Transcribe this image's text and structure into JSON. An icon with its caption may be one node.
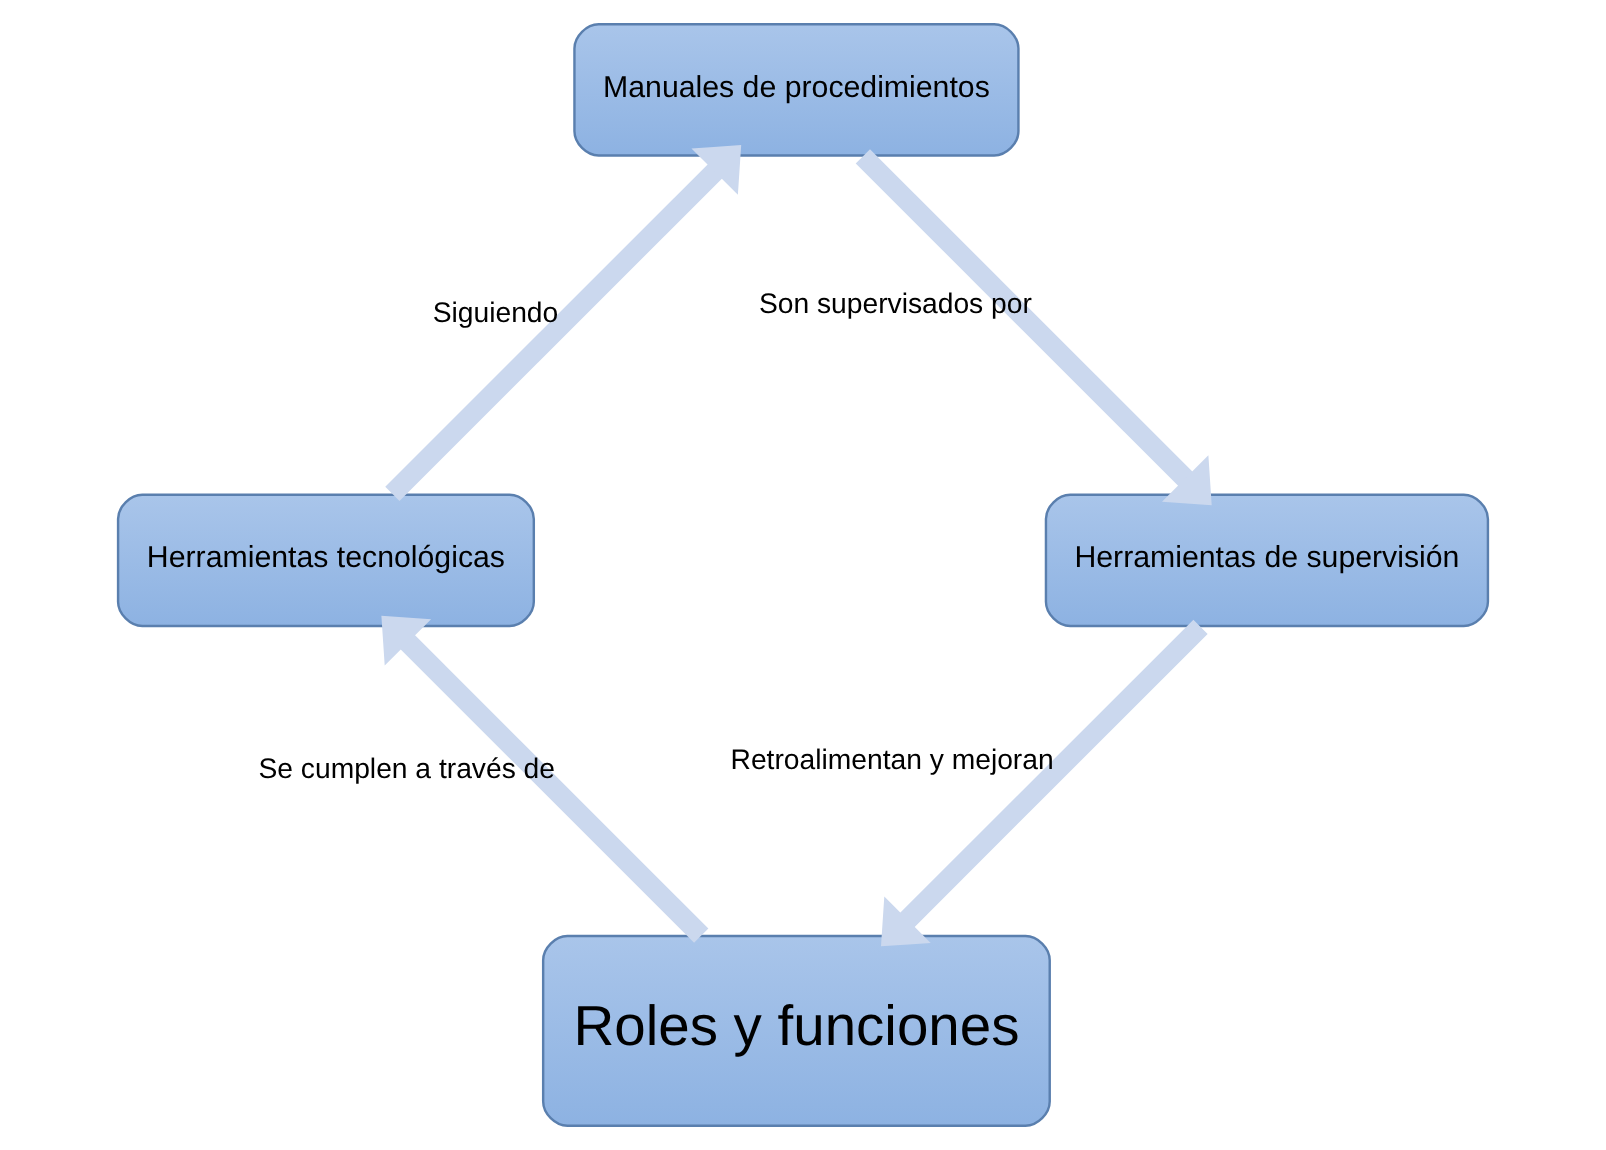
{
  "diagram": {
    "nodes": [
      {
        "text": [
          "Roles y funciones"
        ]
      },
      {
        "text": [
          "Herramientas tecnológicas"
        ]
      },
      {
        "text": [
          "Manuales de procedimientos"
        ]
      },
      {
        "text": [
          "Herramientas de supervisión"
        ]
      }
    ],
    "edges": [
      {
        "from": 0,
        "to": 1,
        "arrow": "to",
        "label": "Se cumplen a través de"
      },
      {
        "from": 1,
        "to": 2,
        "arrow": "to",
        "label": "Siguiendo"
      },
      {
        "from": 2,
        "to": 3,
        "arrow": "to",
        "label": "Son supervisados por"
      },
      {
        "from": 3,
        "to": 0,
        "arrow": "to",
        "label": "Retroalimentan y mejoran"
      }
    ]
  }
}
